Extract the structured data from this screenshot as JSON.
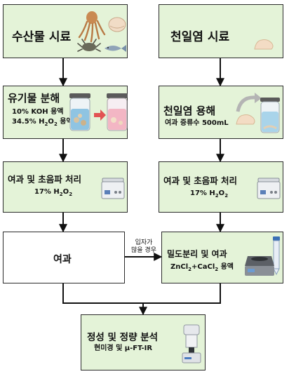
{
  "left": {
    "seafood_sample": {
      "title": "수산물 시료"
    },
    "organic_digestion": {
      "title": "유기물 분해",
      "line1": "10% KOH 용액",
      "line2_pre": "34.5% H",
      "line2_sub1": "2",
      "line2_mid": "O",
      "line2_sub2": "2",
      "line2_post": " 용액"
    },
    "filtration_sonication": {
      "title": "여과 및 초음파 처리",
      "line_pre": "17% H",
      "line_sub1": "2",
      "line_mid": "O",
      "line_sub2": "2"
    },
    "filtration": {
      "title": "여과"
    }
  },
  "right": {
    "salt_sample": {
      "title": "천일염 시료"
    },
    "salt_dissolution": {
      "title": "천일염 용해",
      "line1": "여과 증류수 500mL"
    },
    "filtration_sonication": {
      "title": "여과 및 초음파 처리",
      "line_pre": "17% H",
      "line_sub1": "2",
      "line_mid": "O",
      "line_sub2": "2"
    },
    "density_separation": {
      "title": "밀도분리 및 여과",
      "line_pre": "ZnCl",
      "line_sub1": "2",
      "line_mid": "+CaCl",
      "line_sub2": "2",
      "line_post": " 용액"
    }
  },
  "branch_note": {
    "line1": "입자가",
    "line2": "많을 경우"
  },
  "final": {
    "title": "정성 및 정량 분석",
    "line1": "현미경 및 μ-FT-IR"
  }
}
